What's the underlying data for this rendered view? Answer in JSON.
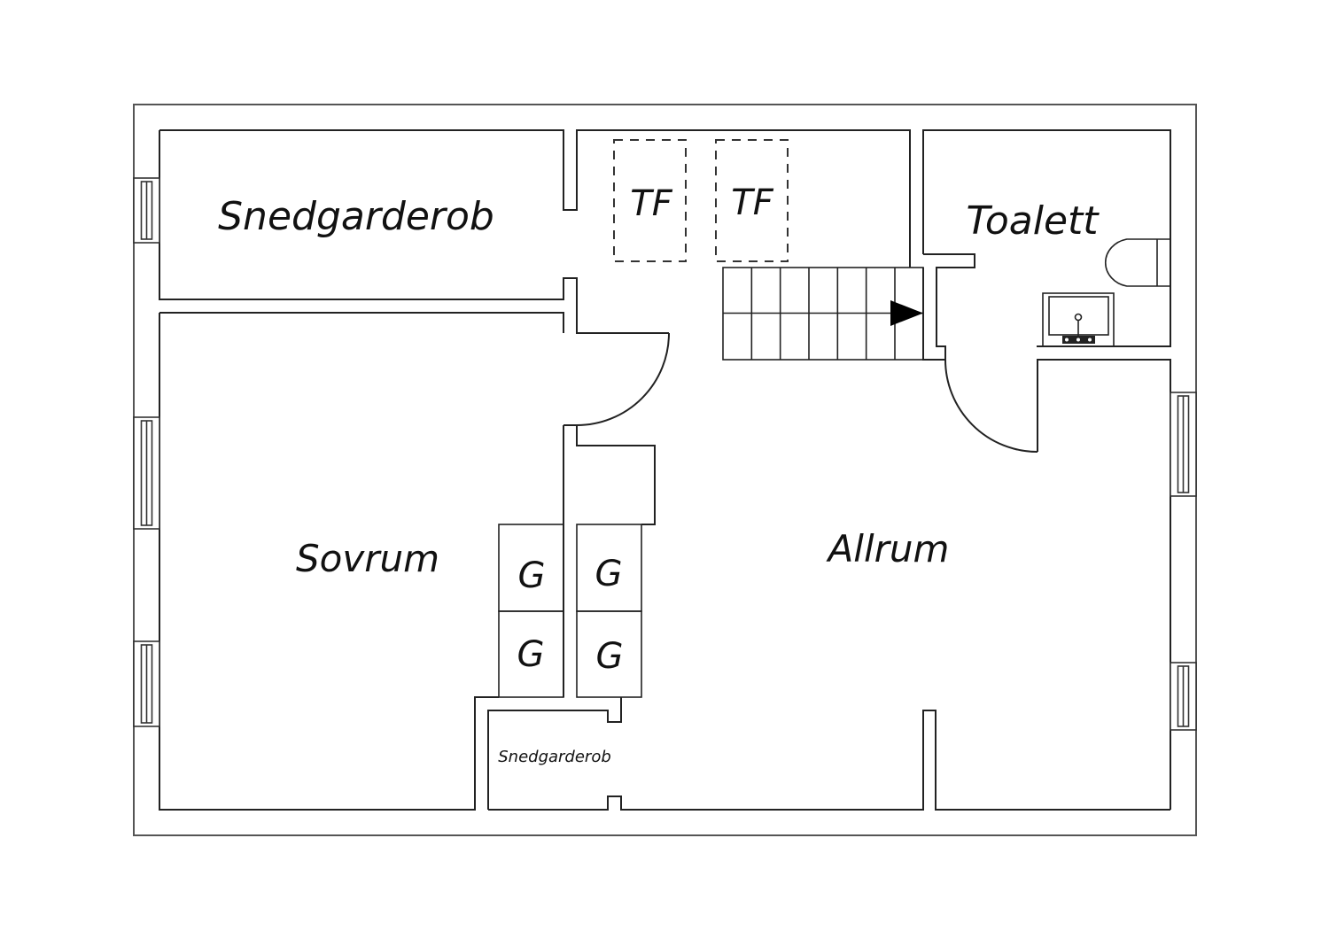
{
  "plan": {
    "kind": "floor-plan",
    "rooms": {
      "snedgarderob_top": "Snedgarderob",
      "sovrum": "Sovrum",
      "allrum": "Allrum",
      "toalett": "Toalett",
      "snedgarderob_bottom": "Snedgarderob"
    },
    "markers": {
      "tf_1": "TF",
      "tf_2": "TF",
      "g_1": "G",
      "g_2": "G",
      "g_3": "G",
      "g_4": "G"
    },
    "fixtures": [
      "staircase",
      "toilet",
      "sink",
      "door",
      "door"
    ],
    "stair_direction": "right",
    "line_color": "#222222",
    "background_color": "#ffffff"
  }
}
